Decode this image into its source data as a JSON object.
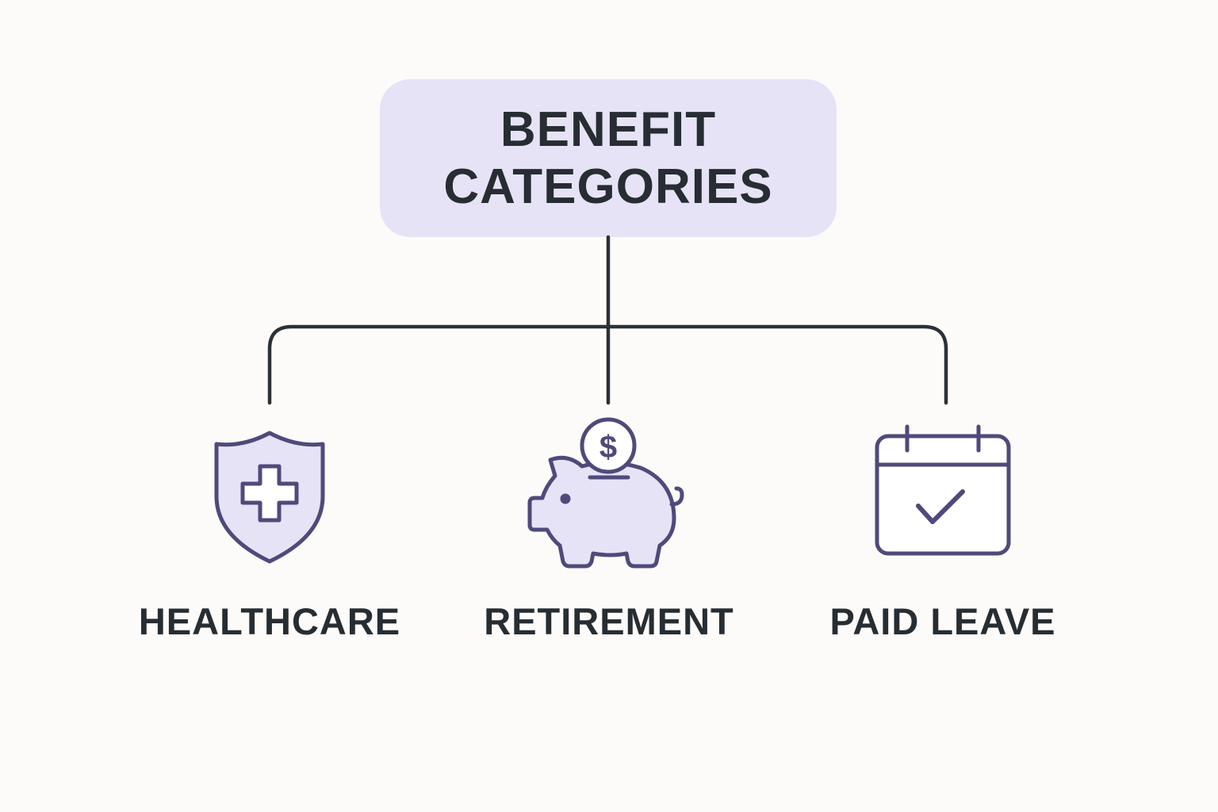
{
  "root": {
    "line1": "BENEFIT",
    "line2": "CATEGORIES"
  },
  "categories": [
    {
      "label": "HEALTHCARE",
      "icon": "shield-plus-icon"
    },
    {
      "label": "RETIREMENT",
      "icon": "piggy-bank-icon"
    },
    {
      "label": "PAID LEAVE",
      "icon": "calendar-check-icon"
    }
  ],
  "colors": {
    "background": "#fcfbf9",
    "root_fill": "#e7e3f6",
    "text": "#262d33",
    "connector": "#2b3137",
    "icon_stroke": "#4f4a7b",
    "icon_fill": "#e7e3f6"
  }
}
